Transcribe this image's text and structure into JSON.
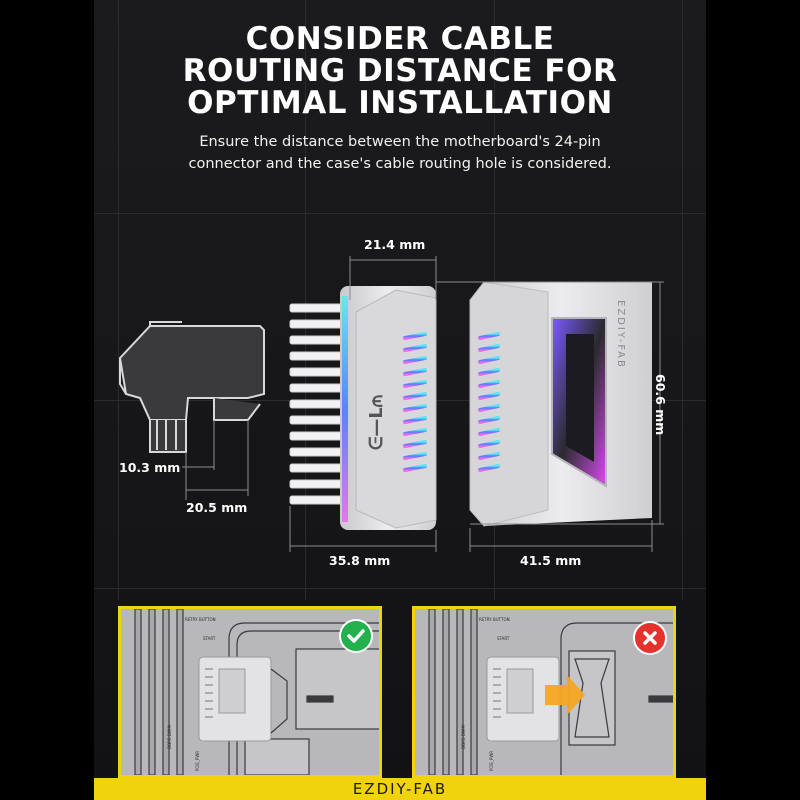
{
  "headline": {
    "line1": "CONSIDER CABLE",
    "line2": "ROUTING DISTANCE FOR",
    "line3": "OPTIMAL INSTALLATION"
  },
  "subtitle": {
    "line1": "Ensure the distance between the motherboard's 24-pin",
    "line2": "connector and the case's cable routing hole is considered."
  },
  "dimensions": {
    "top_width": "21.4 mm",
    "height": "60.6 mm",
    "offset_small": "10.3 mm",
    "offset_depth": "20.5 mm",
    "width_left": "35.8 mm",
    "width_right": "41.5 mm"
  },
  "product": {
    "side_brand": "EZDIY-FAB",
    "logo_text": "ᕮ—ᒪ₼"
  },
  "examples": {
    "good": {
      "status": "correct",
      "badge_color": "#22b14c"
    },
    "bad": {
      "status": "incorrect",
      "badge_color": "#e4332c"
    },
    "board_text_1": "RETRY BUTTON",
    "board_text_2": "START",
    "board_text_3": "DDR5 DIMM",
    "board_text_4": "PCIE_PWR"
  },
  "footer": {
    "brand": "EZDIY-FAB"
  },
  "colors": {
    "accent": "#f0d30c",
    "background": "#161618",
    "text": "#ffffff"
  }
}
